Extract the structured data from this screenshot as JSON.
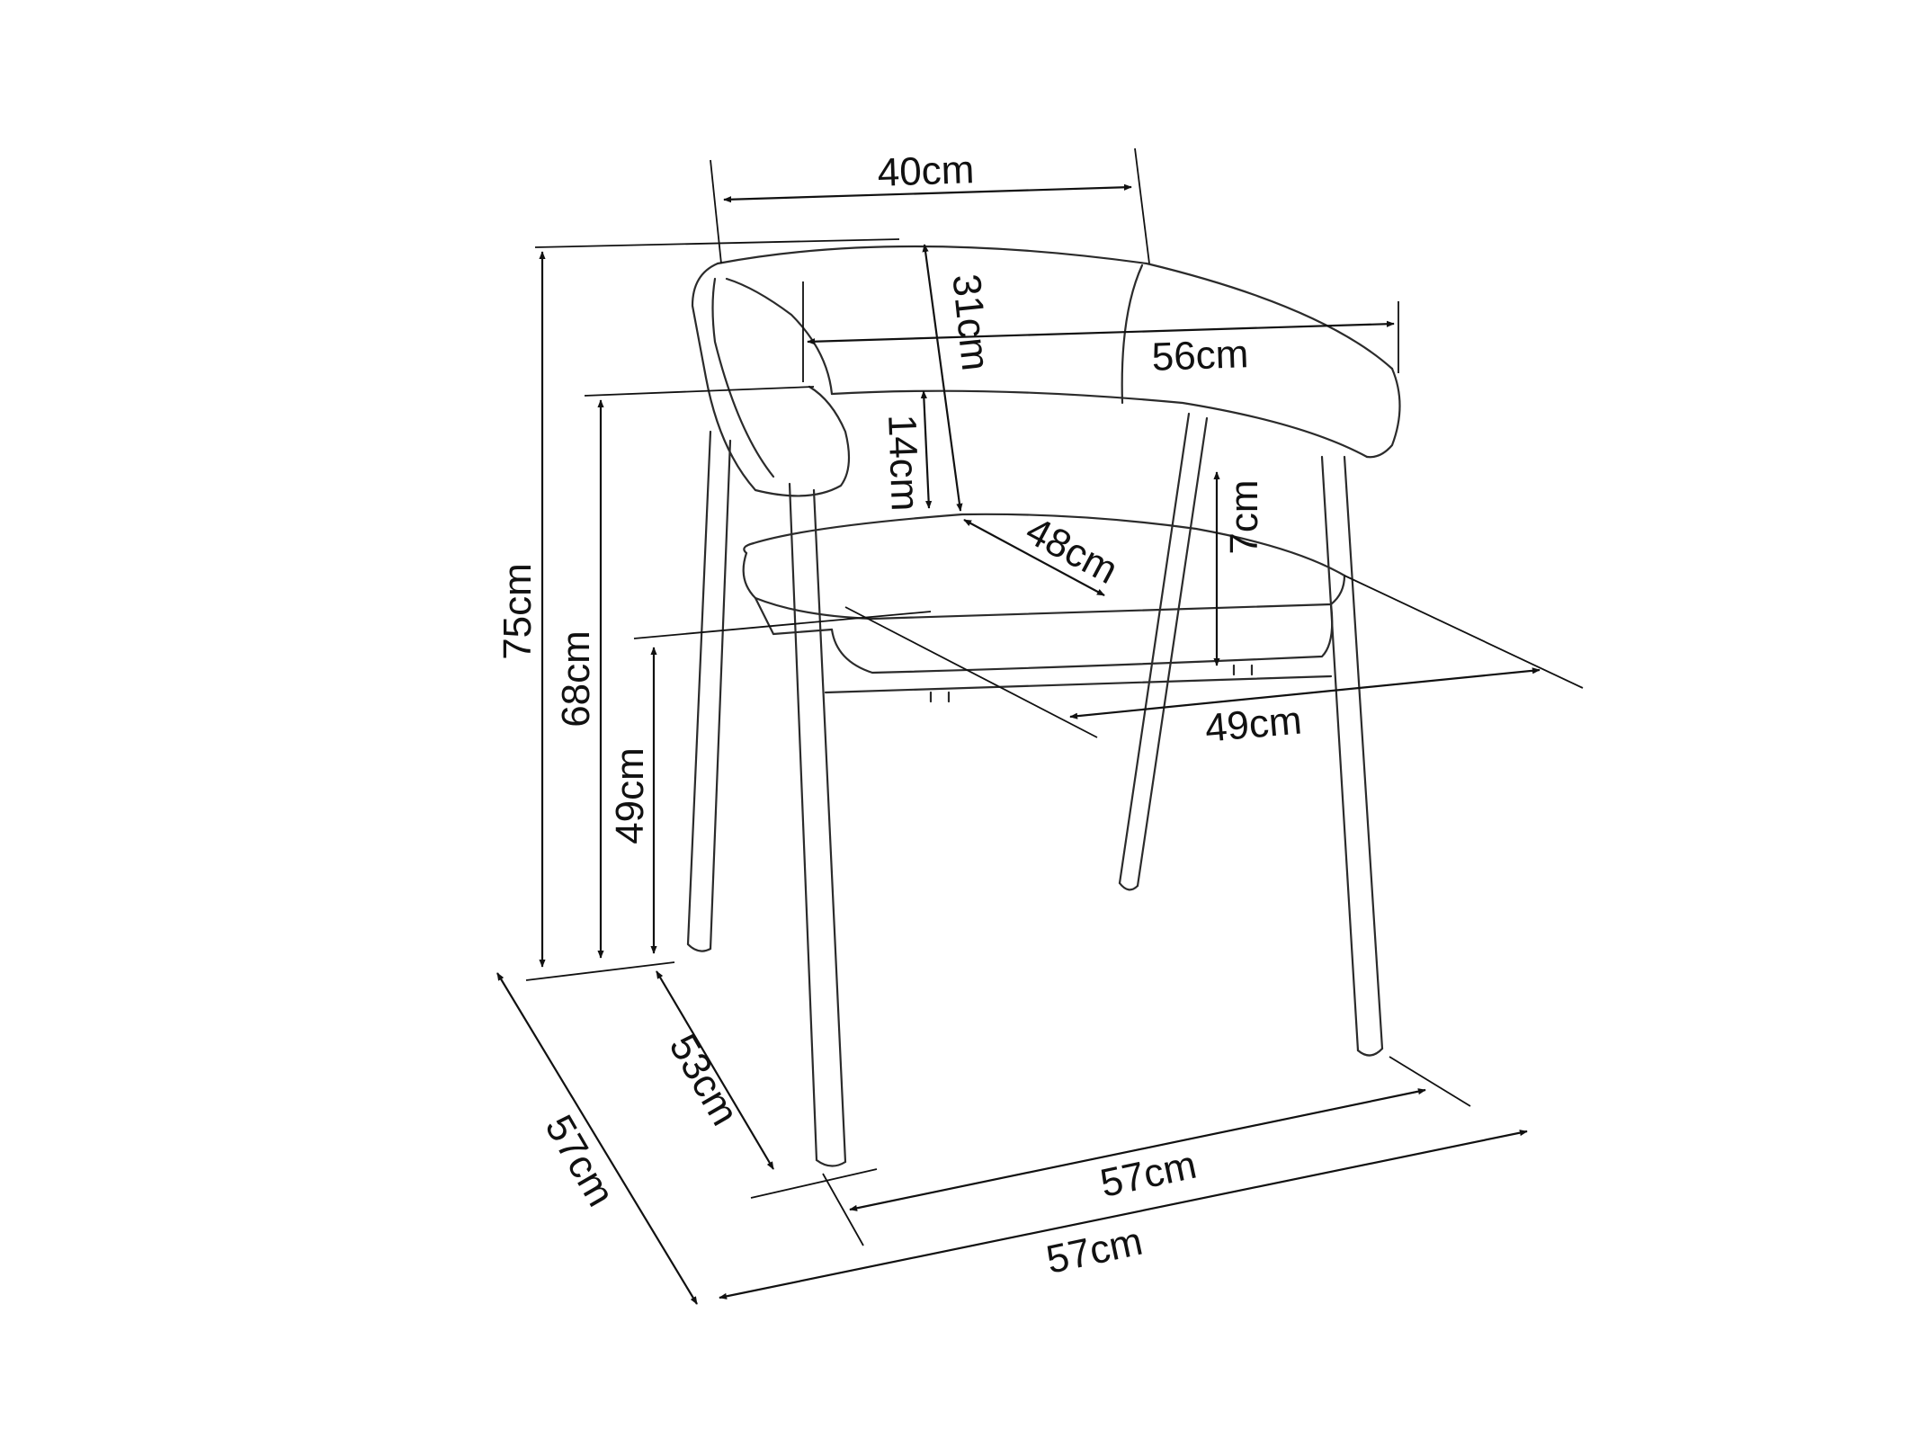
{
  "colors": {
    "line": "#2b2b2b",
    "dimension": "#111111",
    "background": "#ffffff"
  },
  "dimensions": {
    "backrest_width": "40cm",
    "backrest_height": "31cm",
    "armrest_width": "56cm",
    "armrest_height": "14cm",
    "seat_depth": "48cm",
    "seat_thickness": "7cm",
    "seat_width": "49cm",
    "total_height": "75cm",
    "armrest_floor_height": "68cm",
    "seat_height": "49cm",
    "leg_depth": "53cm",
    "total_depth": "57cm",
    "leg_width": "57cm",
    "total_width": "57cm"
  }
}
